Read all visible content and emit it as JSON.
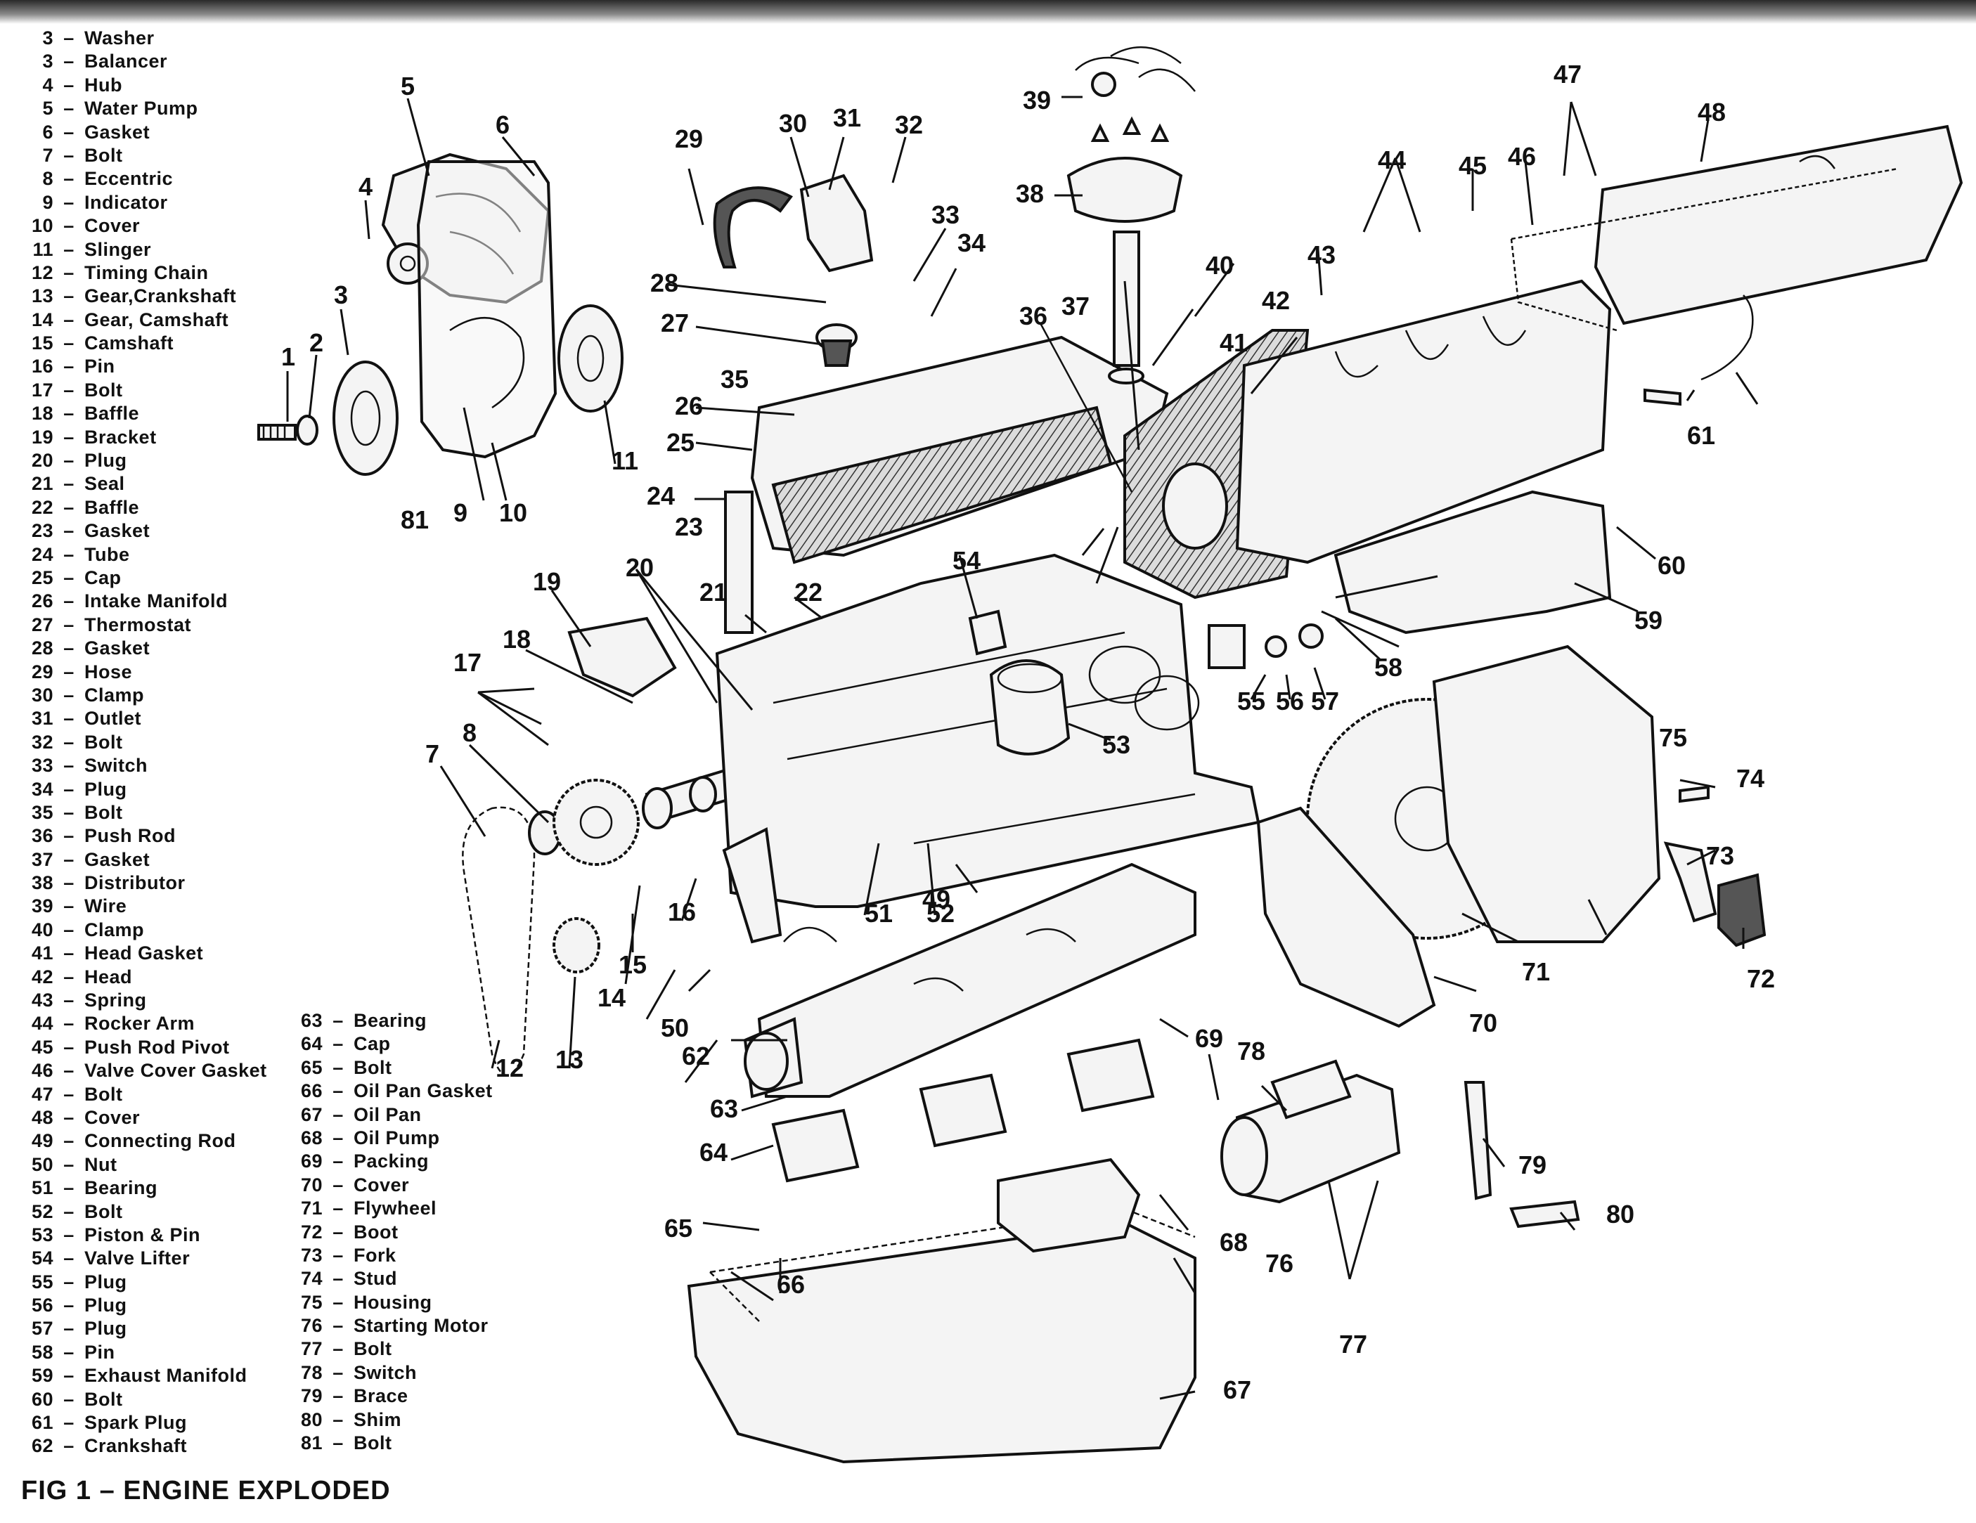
{
  "legend": [
    {
      "num": "3",
      "name": "Washer"
    },
    {
      "num": "3",
      "name": "Balancer"
    },
    {
      "num": "4",
      "name": "Hub"
    },
    {
      "num": "5",
      "name": "Water Pump"
    },
    {
      "num": "6",
      "name": "Gasket"
    },
    {
      "num": "7",
      "name": "Bolt"
    },
    {
      "num": "8",
      "name": "Eccentric"
    },
    {
      "num": "9",
      "name": "Indicator"
    },
    {
      "num": "10",
      "name": "Cover"
    },
    {
      "num": "11",
      "name": "Slinger"
    },
    {
      "num": "12",
      "name": "Timing Chain"
    },
    {
      "num": "13",
      "name": "Gear,Crankshaft"
    },
    {
      "num": "14",
      "name": "Gear, Camshaft"
    },
    {
      "num": "15",
      "name": "Camshaft"
    },
    {
      "num": "16",
      "name": "Pin"
    },
    {
      "num": "17",
      "name": "Bolt"
    },
    {
      "num": "18",
      "name": "Baffle"
    },
    {
      "num": "19",
      "name": "Bracket"
    },
    {
      "num": "20",
      "name": "Plug"
    },
    {
      "num": "21",
      "name": "Seal"
    },
    {
      "num": "22",
      "name": "Baffle"
    },
    {
      "num": "23",
      "name": "Gasket"
    },
    {
      "num": "24",
      "name": "Tube"
    },
    {
      "num": "25",
      "name": "Cap"
    },
    {
      "num": "26",
      "name": "Intake Manifold"
    },
    {
      "num": "27",
      "name": "Thermostat"
    },
    {
      "num": "28",
      "name": "Gasket"
    },
    {
      "num": "29",
      "name": "Hose"
    },
    {
      "num": "30",
      "name": "Clamp"
    },
    {
      "num": "31",
      "name": "Outlet"
    },
    {
      "num": "32",
      "name": "Bolt"
    },
    {
      "num": "33",
      "name": "Switch"
    },
    {
      "num": "34",
      "name": "Plug"
    },
    {
      "num": "35",
      "name": "Bolt"
    },
    {
      "num": "36",
      "name": "Push Rod"
    },
    {
      "num": "37",
      "name": "Gasket"
    },
    {
      "num": "38",
      "name": "Distributor"
    },
    {
      "num": "39",
      "name": "Wire"
    },
    {
      "num": "40",
      "name": "Clamp"
    },
    {
      "num": "41",
      "name": "Head Gasket"
    },
    {
      "num": "42",
      "name": "Head"
    },
    {
      "num": "43",
      "name": "Spring"
    },
    {
      "num": "44",
      "name": "Rocker Arm"
    },
    {
      "num": "45",
      "name": "Push Rod Pivot"
    },
    {
      "num": "46",
      "name": "Valve Cover Gasket"
    },
    {
      "num": "47",
      "name": "Bolt"
    },
    {
      "num": "48",
      "name": "Cover"
    },
    {
      "num": "49",
      "name": "Connecting Rod"
    },
    {
      "num": "50",
      "name": "Nut"
    },
    {
      "num": "51",
      "name": "Bearing"
    },
    {
      "num": "52",
      "name": "Bolt"
    },
    {
      "num": "53",
      "name": "Piston & Pin"
    },
    {
      "num": "54",
      "name": "Valve Lifter"
    },
    {
      "num": "55",
      "name": "Plug"
    },
    {
      "num": "56",
      "name": "Plug"
    },
    {
      "num": "57",
      "name": "Plug"
    },
    {
      "num": "58",
      "name": "Pin"
    },
    {
      "num": "59",
      "name": "Exhaust Manifold"
    },
    {
      "num": "60",
      "name": "Bolt"
    },
    {
      "num": "61",
      "name": "Spark Plug"
    },
    {
      "num": "62",
      "name": "Crankshaft"
    },
    {
      "num": "63",
      "name": "Bearing"
    },
    {
      "num": "64",
      "name": "Cap"
    },
    {
      "num": "65",
      "name": "Bolt"
    },
    {
      "num": "66",
      "name": "Oil Pan Gasket"
    },
    {
      "num": "67",
      "name": "Oil Pan"
    },
    {
      "num": "68",
      "name": "Oil Pump"
    },
    {
      "num": "69",
      "name": "Packing"
    },
    {
      "num": "70",
      "name": "Cover"
    },
    {
      "num": "71",
      "name": "Flywheel"
    },
    {
      "num": "72",
      "name": "Boot"
    },
    {
      "num": "73",
      "name": "Fork"
    },
    {
      "num": "74",
      "name": "Stud"
    },
    {
      "num": "75",
      "name": "Housing"
    },
    {
      "num": "76",
      "name": "Starting Motor"
    },
    {
      "num": "77",
      "name": "Bolt"
    },
    {
      "num": "78",
      "name": "Switch"
    },
    {
      "num": "79",
      "name": "Brace"
    },
    {
      "num": "80",
      "name": "Shim"
    },
    {
      "num": "81",
      "name": "Bolt"
    }
  ],
  "caption": "FIG 1 – ENGINE EXPLODED",
  "callouts": [
    "1",
    "2",
    "3",
    "4",
    "5",
    "6",
    "7",
    "8",
    "9",
    "10",
    "11",
    "12",
    "13",
    "14",
    "15",
    "16",
    "17",
    "18",
    "19",
    "20",
    "21",
    "22",
    "23",
    "24",
    "25",
    "26",
    "27",
    "28",
    "29",
    "30",
    "31",
    "32",
    "33",
    "34",
    "35",
    "36",
    "37",
    "38",
    "39",
    "40",
    "41",
    "42",
    "43",
    "44",
    "45",
    "46",
    "47",
    "48",
    "49",
    "50",
    "51",
    "52",
    "53",
    "54",
    "55",
    "56",
    "57",
    "58",
    "59",
    "60",
    "61",
    "62",
    "63",
    "64",
    "65",
    "66",
    "67",
    "68",
    "69",
    "70",
    "71",
    "72",
    "73",
    "74",
    "75",
    "76",
    "77",
    "78",
    "79",
    "80",
    "81"
  ],
  "dash": "–"
}
